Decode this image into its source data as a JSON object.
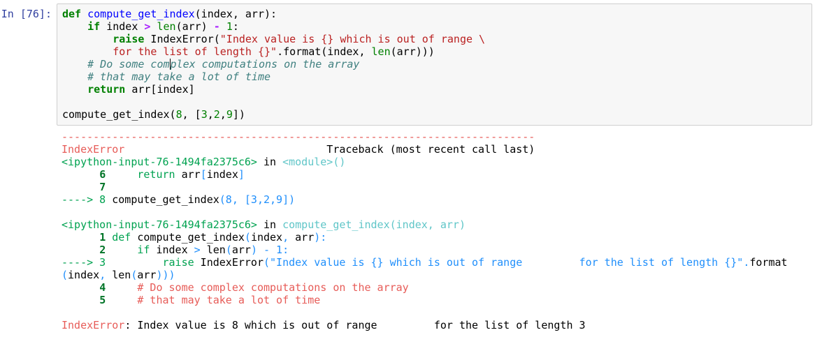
{
  "prompt": {
    "label": "In [76]:"
  },
  "code": {
    "l1_def": "def",
    "l1_name": "compute_get_index",
    "l1_rest": "(index, arr):",
    "l2_if": "if",
    "l2_a": " index ",
    "l2_gt": ">",
    "l2_len": "len",
    "l2_b": "(arr) ",
    "l2_minus": "-",
    "l2_one": "1",
    "l2_colon": ":",
    "l3_raise": "raise",
    "l3_err": " IndexError(",
    "l3_str": "\"Index value is {} which is out of range \\",
    "l4_str": "for the list of length {}\"",
    "l4_a": ".format(index, ",
    "l4_len": "len",
    "l4_b": "(arr)))",
    "l5_cm_a": "# Do some com",
    "l5_cm_b": "plex computations on the array",
    "l6_cm": "# that may take a lot of time",
    "l7_return": "return",
    "l7_rest": " arr[index]",
    "l9_a": "compute_get_index(",
    "l9_n1": "8",
    "l9_b": ", [",
    "l9_n2": "3",
    "l9_c": ",",
    "l9_n3": "2",
    "l9_d": ",",
    "l9_n4": "9",
    "l9_e": "])"
  },
  "traceback": {
    "dashes": "---------------------------------------------------------------------------",
    "err_name": "IndexError",
    "header_right": "Traceback (most recent call last)",
    "file1": "<ipython-input-76-1494fa2375c6>",
    "in_word": " in ",
    "module": "<module>()",
    "f1_l6_num": "6",
    "f1_l6_ret": "return",
    "f1_l6_a": " arr",
    "f1_l6_b": "[",
    "f1_l6_c": "index",
    "f1_l6_d": "]",
    "f1_l7_num": "7",
    "f1_arrow": "----> 8",
    "f1_l8_a": " compute_get_index",
    "f1_l8_b": "(8, [3,2,9])",
    "file2": "<ipython-input-76-1494fa2375c6>",
    "func2": "compute_get_index(index, arr)",
    "f2_l1_num": "1",
    "f2_l1_def": " def",
    "f2_l1_a": " compute_get_index",
    "f2_l1_b": "(",
    "f2_l1_c": "index",
    "f2_l1_d": ",",
    "f2_l1_e": " arr",
    "f2_l1_f": "):",
    "f2_l2_num": "2",
    "f2_l2_if": "if",
    "f2_l2_a": " index ",
    "f2_l2_gt": ">",
    "f2_l2_len": " len",
    "f2_l2_b": "(",
    "f2_l2_c": "arr",
    "f2_l2_d": ")",
    "f2_l2_e": " -",
    "f2_l2_f": " 1",
    "f2_l2_g": ":",
    "f2_arrow": "----> 3",
    "f2_l3_raise": "raise",
    "f2_l3_a": " IndexError",
    "f2_l3_b": "(",
    "f2_l3_str": "\"Index value is {} which is out of range         for the list of length {}\"",
    "f2_l3_c": ".",
    "f2_l3_d": "format",
    "f2_l3_wrap_a": "(",
    "f2_l3_wrap_b": "index",
    "f2_l3_wrap_c": ",",
    "f2_l3_wrap_d": " len",
    "f2_l3_wrap_e": "(",
    "f2_l3_wrap_f": "arr",
    "f2_l3_wrap_g": ")))",
    "f2_l4_num": "4",
    "f2_l4_cm": "# Do some complex computations on the array",
    "f2_l5_num": "5",
    "f2_l5_cm": "# that may take a lot of time",
    "final_name": "IndexError",
    "final_msg": ": Index value is 8 which is out of range         for the list of length 3"
  }
}
